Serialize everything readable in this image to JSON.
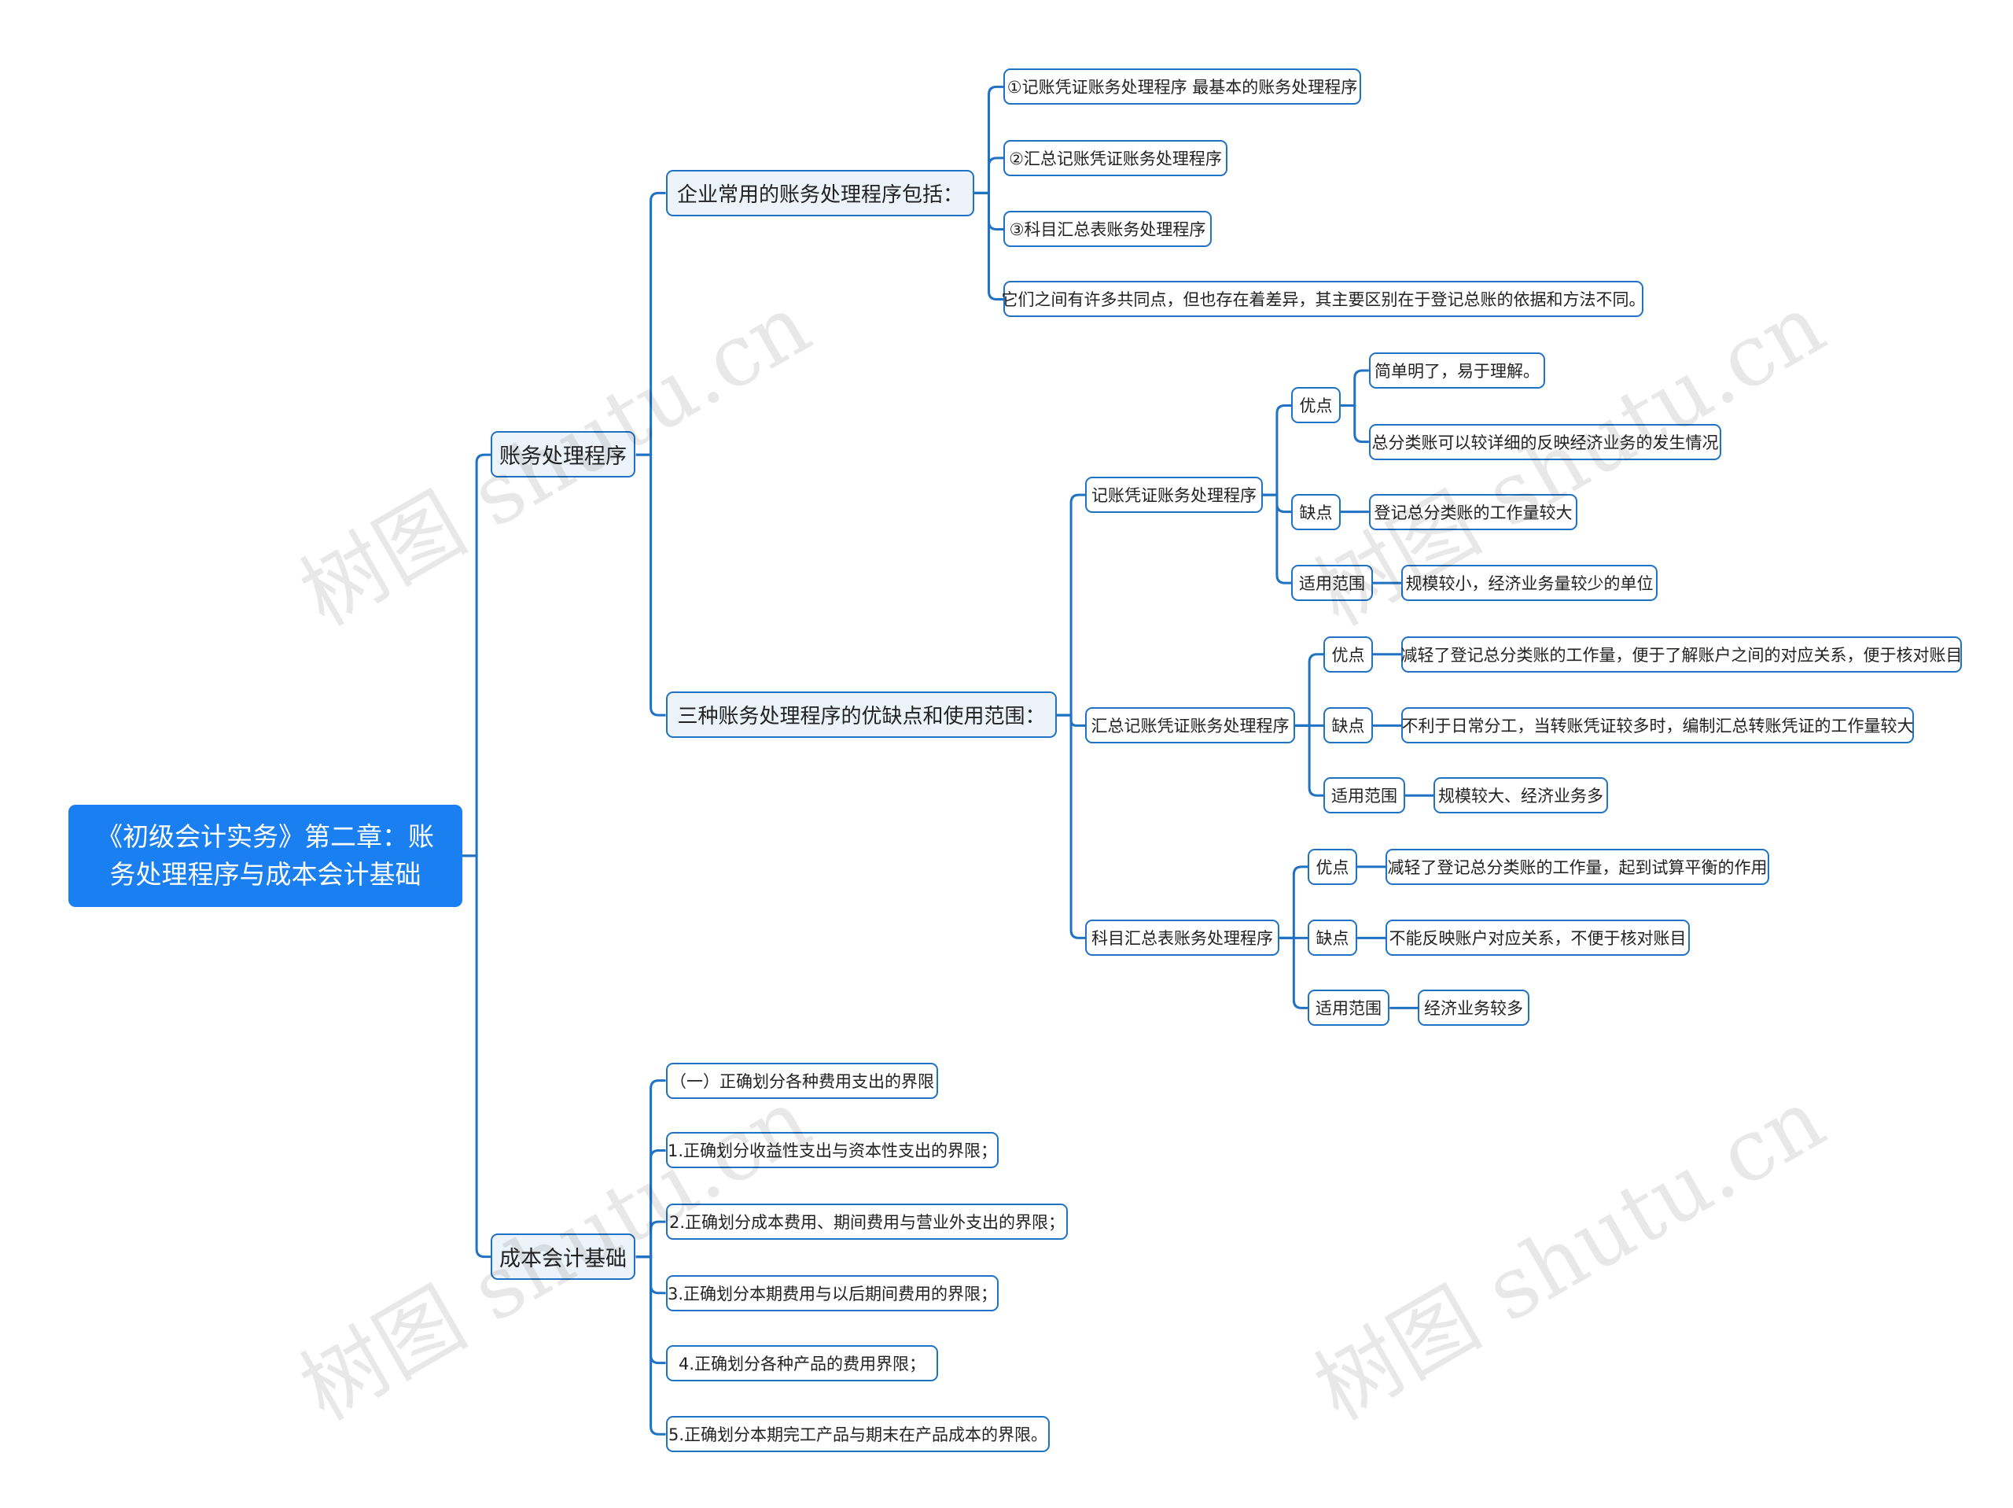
{
  "root": {
    "label": "《初级会计实务》第二章：账务处理程序与成本会计基础"
  },
  "branches": [
    {
      "label": "账务处理程序",
      "children": [
        {
          "label": "企业常用的账务处理程序包括：",
          "children": [
            {
              "label": "①记账凭证账务处理程序 最基本的账务处理程序"
            },
            {
              "label": "②汇总记账凭证账务处理程序"
            },
            {
              "label": "③科目汇总表账务处理程序"
            },
            {
              "label": "它们之间有许多共同点，但也存在着差异，其主要区别在于登记总账的依据和方法不同。"
            }
          ]
        },
        {
          "label": "三种账务处理程序的优缺点和使用范围：",
          "children": [
            {
              "label": "记账凭证账务处理程序",
              "children": [
                {
                  "label": "优点",
                  "children": [
                    {
                      "label": "简单明了，易于理解。"
                    },
                    {
                      "label": "总分类账可以较详细的反映经济业务的发生情况"
                    }
                  ]
                },
                {
                  "label": "缺点",
                  "children": [
                    {
                      "label": "登记总分类账的工作量较大"
                    }
                  ]
                },
                {
                  "label": "适用范围",
                  "children": [
                    {
                      "label": "规模较小，经济业务量较少的单位"
                    }
                  ]
                }
              ]
            },
            {
              "label": "汇总记账凭证账务处理程序",
              "children": [
                {
                  "label": "优点",
                  "children": [
                    {
                      "label": "减轻了登记总分类账的工作量，便于了解账户之间的对应关系，便于核对账目"
                    }
                  ]
                },
                {
                  "label": "缺点",
                  "children": [
                    {
                      "label": "不利于日常分工，当转账凭证较多时，编制汇总转账凭证的工作量较大"
                    }
                  ]
                },
                {
                  "label": "适用范围",
                  "children": [
                    {
                      "label": "规模较大、经济业务多"
                    }
                  ]
                }
              ]
            },
            {
              "label": "科目汇总表账务处理程序",
              "children": [
                {
                  "label": "优点",
                  "children": [
                    {
                      "label": "减轻了登记总分类账的工作量，起到试算平衡的作用"
                    }
                  ]
                },
                {
                  "label": "缺点",
                  "children": [
                    {
                      "label": "不能反映账户对应关系，不便于核对账目"
                    }
                  ]
                },
                {
                  "label": "适用范围",
                  "children": [
                    {
                      "label": "经济业务较多"
                    }
                  ]
                }
              ]
            }
          ]
        }
      ]
    },
    {
      "label": "成本会计基础",
      "children": [
        {
          "label": "（一）正确划分各种费用支出的界限"
        },
        {
          "label": "1.正确划分收益性支出与资本性支出的界限；"
        },
        {
          "label": "2.正确划分成本费用、期间费用与营业外支出的界限；"
        },
        {
          "label": "3.正确划分本期费用与以后期间费用的界限；"
        },
        {
          "label": "4.正确划分各种产品的费用界限；"
        },
        {
          "label": "5.正确划分本期完工产品与期末在产品成本的界限。"
        }
      ]
    }
  ],
  "watermark": "树图 shutu.cn",
  "colors": {
    "root_bg": "#1a7ff0",
    "line": "#1f72c4",
    "branch_bg": "#edf3fa"
  }
}
